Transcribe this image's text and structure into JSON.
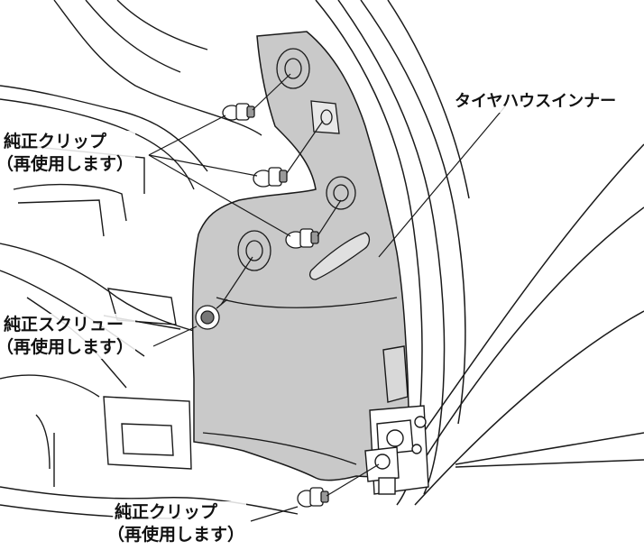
{
  "labels": {
    "inner_liner": "タイヤハウスインナー",
    "clip_top": {
      "line1": "純正クリップ",
      "line2": "（再使用します）"
    },
    "screw": {
      "line1": "純正スクリュー",
      "line2": "（再使用します）"
    },
    "clip_bottom": {
      "line1": "純正クリップ",
      "line2": "（再使用します）"
    }
  },
  "colors": {
    "liner_fill": "#c9c9c9",
    "line": "#1a1a1a",
    "background": "#ffffff"
  }
}
